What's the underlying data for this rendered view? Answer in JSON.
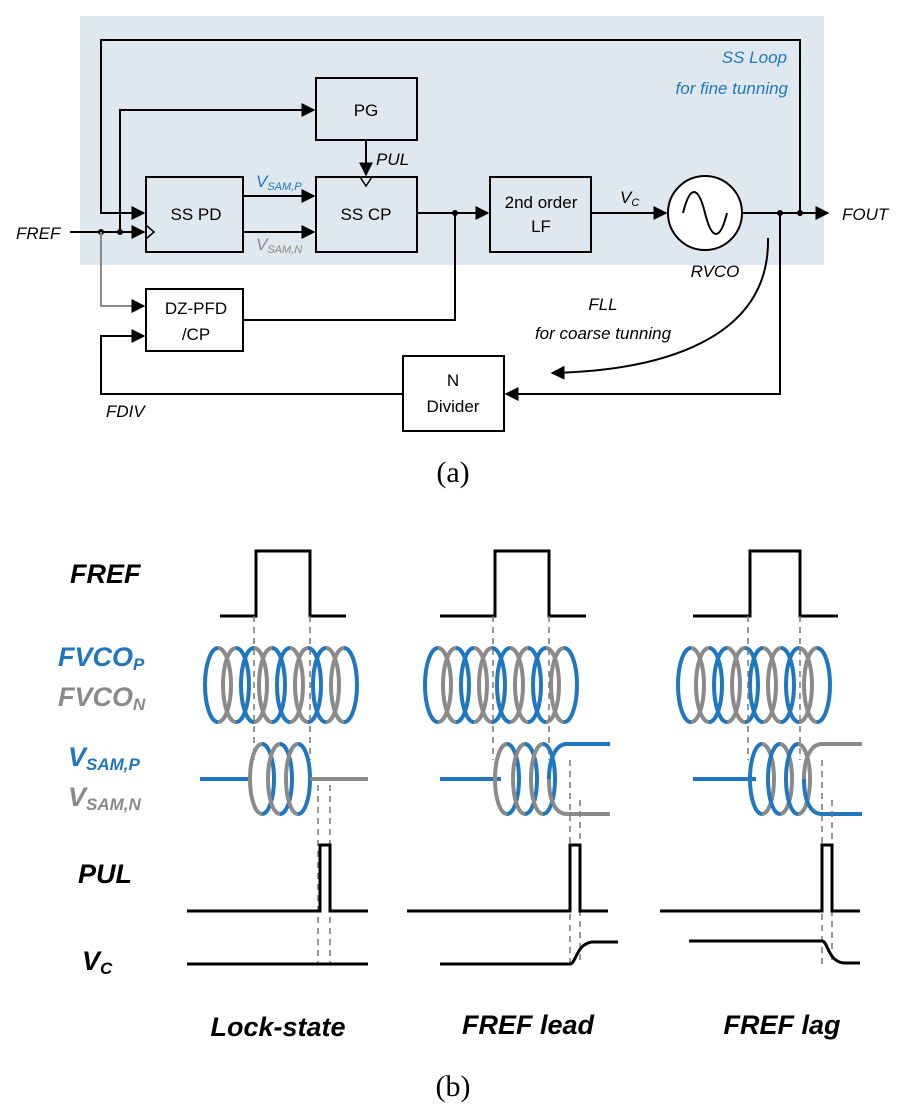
{
  "colors": {
    "ss_loop_bg": "#dfe8ef",
    "blue": "#1f77c0",
    "gray": "#8a8a8a",
    "black": "#000000"
  },
  "block_diagram": {
    "loop_label_1": "SS Loop",
    "loop_label_2": "for fine tunning",
    "blocks": {
      "pg": "PG",
      "ss_pd": "SS PD",
      "ss_cp": "SS CP",
      "lf_1": "2nd order",
      "lf_2": "LF",
      "dz_pfd_1": "DZ-PFD",
      "dz_pfd_2": "/CP",
      "divider_1": "N",
      "divider_2": "Divider"
    },
    "signals": {
      "fref": "FREF",
      "fout": "FOUT",
      "fdiv": "FDIV",
      "pul": "PUL",
      "vc_main": "V",
      "vc_sub": "C",
      "vsam_p_main": "V",
      "vsam_p_sub": "SAM,P",
      "vsam_n_main": "V",
      "vsam_n_sub": "SAM,N",
      "rvco": "RVCO"
    },
    "fll_1": "FLL",
    "fll_2": "for coarse tunning",
    "caption": "(a)"
  },
  "timing": {
    "rows": {
      "fref": "FREF",
      "fvcop_main": "FVCO",
      "fvcop_sub": "P",
      "fvcon_main": "FVCO",
      "fvcon_sub": "N",
      "vsamp_main": "V",
      "vsamp_sub": "SAM,P",
      "vsamn_main": "V",
      "vsamn_sub": "SAM,N",
      "pul": "PUL",
      "vc_main": "V",
      "vc_sub": "C"
    },
    "states": [
      "Lock-state",
      "FREF lead",
      "FREF lag"
    ],
    "caption": "(b)"
  }
}
